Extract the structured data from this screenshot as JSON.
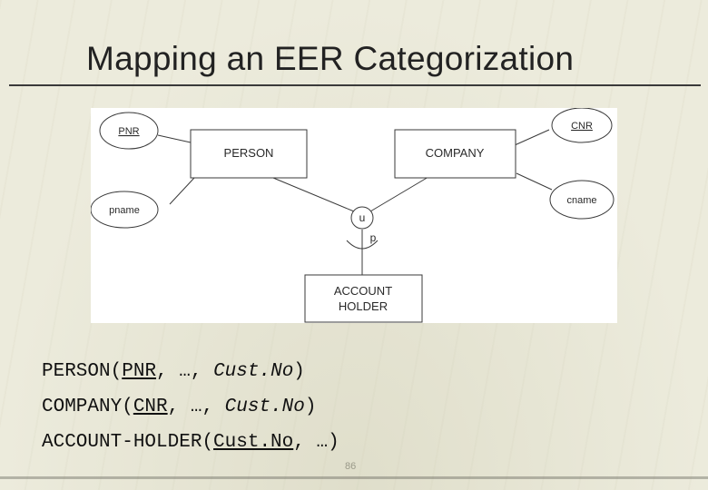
{
  "slide": {
    "title": "Mapping an EER Categorization",
    "page_number": "86"
  },
  "diagram": {
    "entities": {
      "person": "PERSON",
      "company": "COMPANY",
      "account_holder_line1": "ACCOUNT",
      "account_holder_line2": "HOLDER"
    },
    "attributes": {
      "pnr": "PNR",
      "pname": "pname",
      "cnr": "CNR",
      "cname": "cname"
    },
    "union_symbol": "u",
    "participation": "p"
  },
  "relations": [
    {
      "name": "PERSON",
      "key": "PNR",
      "rest": "…, ",
      "fk": "Cust.No"
    },
    {
      "name": "COMPANY",
      "key": "CNR",
      "rest": "…, ",
      "fk": "Cust.No"
    },
    {
      "name": "ACCOUNT-HOLDER",
      "key": "Cust.No",
      "rest": "…"
    }
  ]
}
